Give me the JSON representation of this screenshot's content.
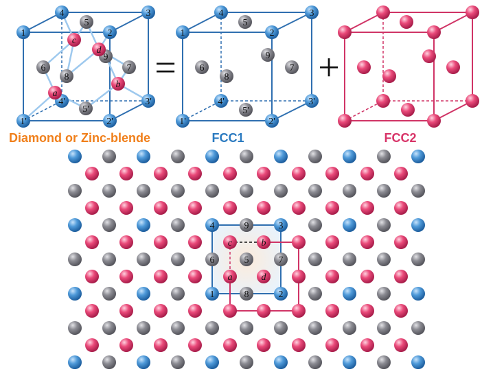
{
  "labels": {
    "diamond": "Diamond or Zinc-blende",
    "fcc1": "FCC1",
    "fcc2": "FCC2",
    "equals": "=",
    "plus": "+"
  },
  "colors": {
    "blue": "#3a86cf",
    "pink": "#e2396b",
    "gray": "#7f7f86",
    "edge_blue": "#2f6fb0",
    "edge_pink": "#d03466",
    "bond": "#9ec9ee",
    "orange": "#f07f1a",
    "label_blue": "#2a7ac0",
    "label_pink": "#d83468"
  },
  "cube1": {
    "corners": [
      "1",
      "2",
      "3",
      "4",
      "1'",
      "2'",
      "3'",
      "4'"
    ],
    "gray_atoms": [
      "5",
      "6",
      "7",
      "8",
      "9",
      "5'"
    ],
    "pink_atoms": [
      "a",
      "b",
      "c",
      "d"
    ]
  },
  "cube2": {
    "corners": [
      "1",
      "2",
      "3",
      "4",
      "1'",
      "2'",
      "3'",
      "4'"
    ],
    "gray_atoms": [
      "5",
      "6",
      "7",
      "8",
      "9",
      "5'"
    ]
  },
  "projection": {
    "square_blue": [
      "4",
      "9",
      "3",
      "6",
      "5",
      "7",
      "1",
      "8",
      "2"
    ],
    "square_pink": [
      "c",
      "b",
      "a",
      "d"
    ]
  }
}
